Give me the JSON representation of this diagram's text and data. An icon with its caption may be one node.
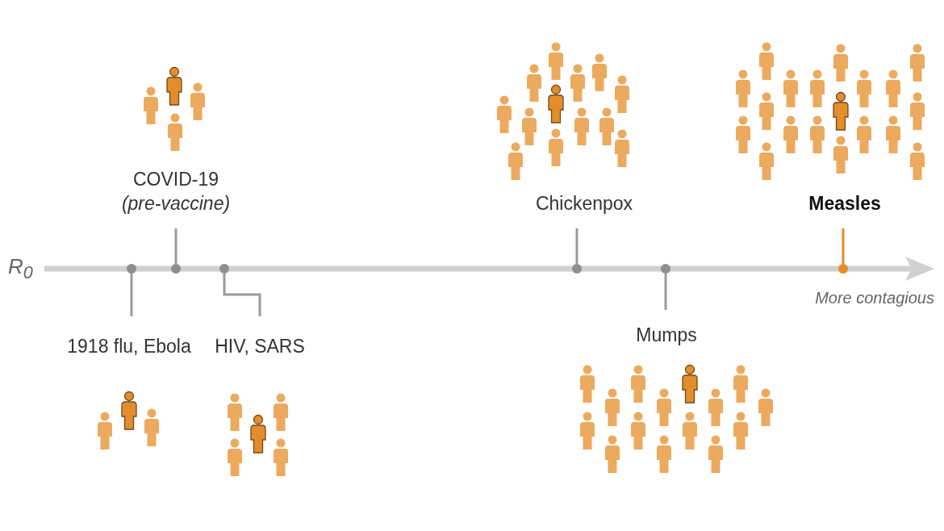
{
  "diagram": {
    "nodes": [
      {
        "text": [
          "COVID-19",
          "(pre-vaccine)"
        ]
      },
      {
        "text": [
          "Chickenpox"
        ]
      },
      {
        "text": [
          "Measles"
        ]
      },
      {
        "text": [],
        "shape": "circle"
      },
      {
        "text": [],
        "shape": "circle"
      },
      {
        "text": [],
        "shape": "circle"
      },
      {
        "text": [],
        "shape": "circle"
      },
      {
        "text": [],
        "shape": "circle"
      },
      {
        "text": [],
        "shape": "circle"
      },
      {
        "text": [
          "1918 flu, Ebola"
        ]
      },
      {
        "text": [
          "HIV, SARS"
        ]
      },
      {
        "text": [
          "Mumps"
        ]
      }
    ],
    "edges": [
      {
        "from": 0,
        "to": 4,
        "arrow": "none"
      },
      {
        "from": 1,
        "to": 6,
        "arrow": "none"
      },
      {
        "from": 2,
        "to": 8,
        "arrow": "none",
        "color": "#e8892a"
      },
      {
        "from": 9,
        "to": 3,
        "arrow": "none"
      },
      {
        "from": 10,
        "to": 5,
        "arrow": "none"
      },
      {
        "from": 11,
        "to": 7,
        "arrow": "none"
      }
    ],
    "labels": [
      "R$_{0}$",
      "More contagious"
    ]
  }
}
